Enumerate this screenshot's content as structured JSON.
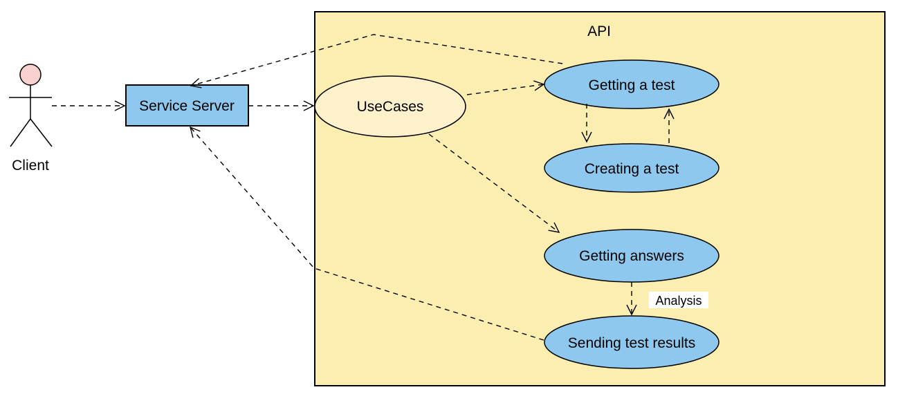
{
  "system": {
    "title": "API"
  },
  "actor": {
    "label": "Client"
  },
  "nodes": {
    "service_server": "Service Server",
    "usecases": "UseCases",
    "getting_test": "Getting a test",
    "creating_test": "Creating a test",
    "getting_answers": "Getting answers",
    "sending_results": "Sending test results"
  },
  "edge_labels": {
    "analysis": "Analysis"
  },
  "colors": {
    "system_fill": "#fbeeb0",
    "actor_head": "#f8d0d0",
    "service_fill": "#8ec8ee",
    "usecases_fill": "#fdf1cc",
    "usecase_fill": "#8ec8ee",
    "stroke": "#000000"
  }
}
